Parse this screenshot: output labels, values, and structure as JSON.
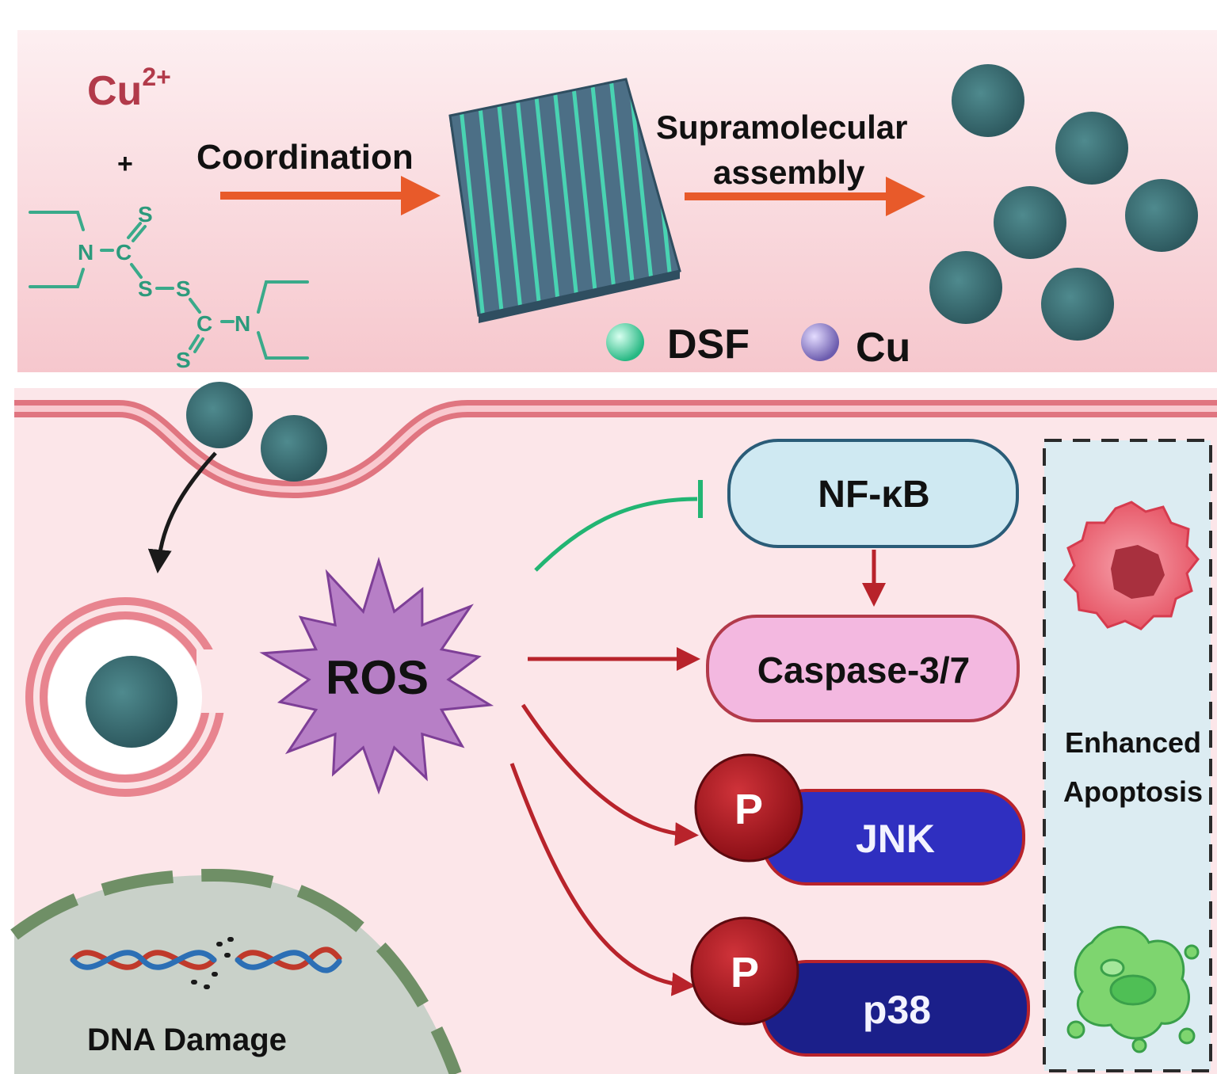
{
  "top_panel": {
    "ion": {
      "base": "Cu",
      "charge": "2+"
    },
    "plus": "+",
    "step1_label": "Coordination",
    "step2_label_line1": "Supramolecular",
    "step2_label_line2": "assembly",
    "molecule_atoms": [
      "N",
      "C",
      "S",
      "S",
      "S",
      "C",
      "N",
      "S"
    ],
    "legend": [
      {
        "label": "DSF",
        "color": "#3fcf9a"
      },
      {
        "label": "Cu",
        "color": "#8a79c9"
      }
    ]
  },
  "bottom_panel": {
    "ros_label": "ROS",
    "dna_label": "DNA Damage",
    "nfkb_label": "NF-κB",
    "caspase_label": "Caspase-3/7",
    "phospho_label": "P",
    "jnk_label": "JNK",
    "p38_label": "p38",
    "outcome_line1": "Enhanced",
    "outcome_line2": "Apoptosis"
  },
  "colors": {
    "top_bg": "#f7cfd3",
    "bottom_bg": "#fce6e9",
    "membrane": "#e0707c",
    "arrow_orange": "#e85a2a",
    "arrow_red": "#b8232b",
    "inhibit_green": "#22b573",
    "ros_fill": "#b77fc6",
    "nfkb_fill": "#cfe9f2",
    "caspase_fill": "#f3b8e0",
    "kinase_fill": "#2f2fc0",
    "p38_fill": "#1b1f8a",
    "phospho_fill": "#a8151d",
    "nanoparticle": "#3f6e74",
    "molecule": "#3aaa8a"
  }
}
